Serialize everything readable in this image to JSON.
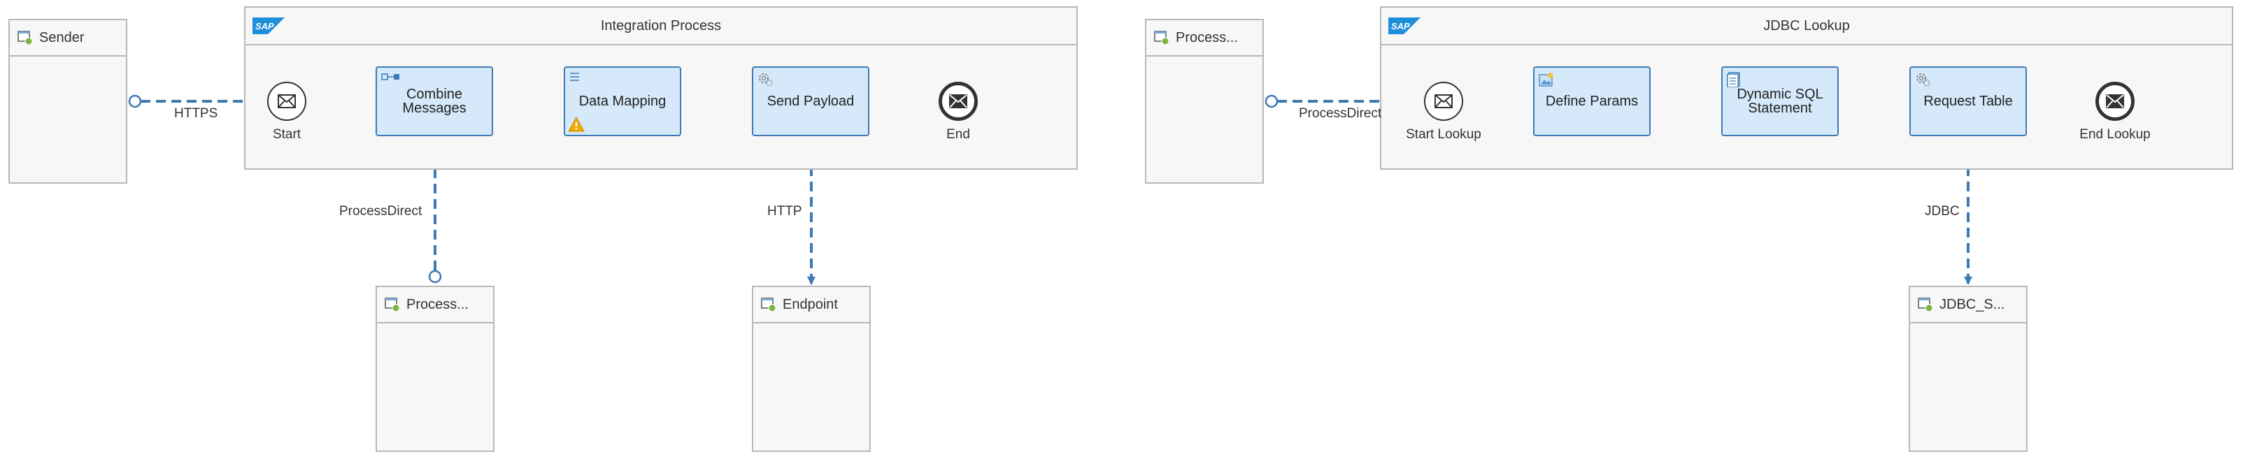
{
  "diagram": {
    "participants": {
      "sender": "Sender",
      "process_left": "Process...",
      "endpoint": "Endpoint",
      "process_right": "Process...",
      "jdbc_system": "JDBC_S..."
    },
    "pools": {
      "integration": {
        "title": "Integration Process",
        "start_label": "Start",
        "end_label": "End",
        "tasks": {
          "combine": "Combine Messages",
          "mapping": "Data Mapping",
          "send": "Send Payload"
        }
      },
      "jdbc": {
        "title": "JDBC Lookup",
        "start_label": "Start Lookup",
        "end_label": "End Lookup",
        "tasks": {
          "params": "Define Params",
          "sql": "Dynamic SQL Statement",
          "request": "Request Table"
        }
      }
    },
    "flows": {
      "https": "HTTPS",
      "processdirect_left": "ProcessDirect",
      "http": "HTTP",
      "processdirect_right": "ProcessDirect",
      "jdbc": "JDBC"
    },
    "colors": {
      "task_fill": "#d5e9fa",
      "task_border": "#3d7ab5",
      "connector": "#3d7ab5",
      "border": "#b8b8b8",
      "warning": "#f0ab00"
    }
  }
}
